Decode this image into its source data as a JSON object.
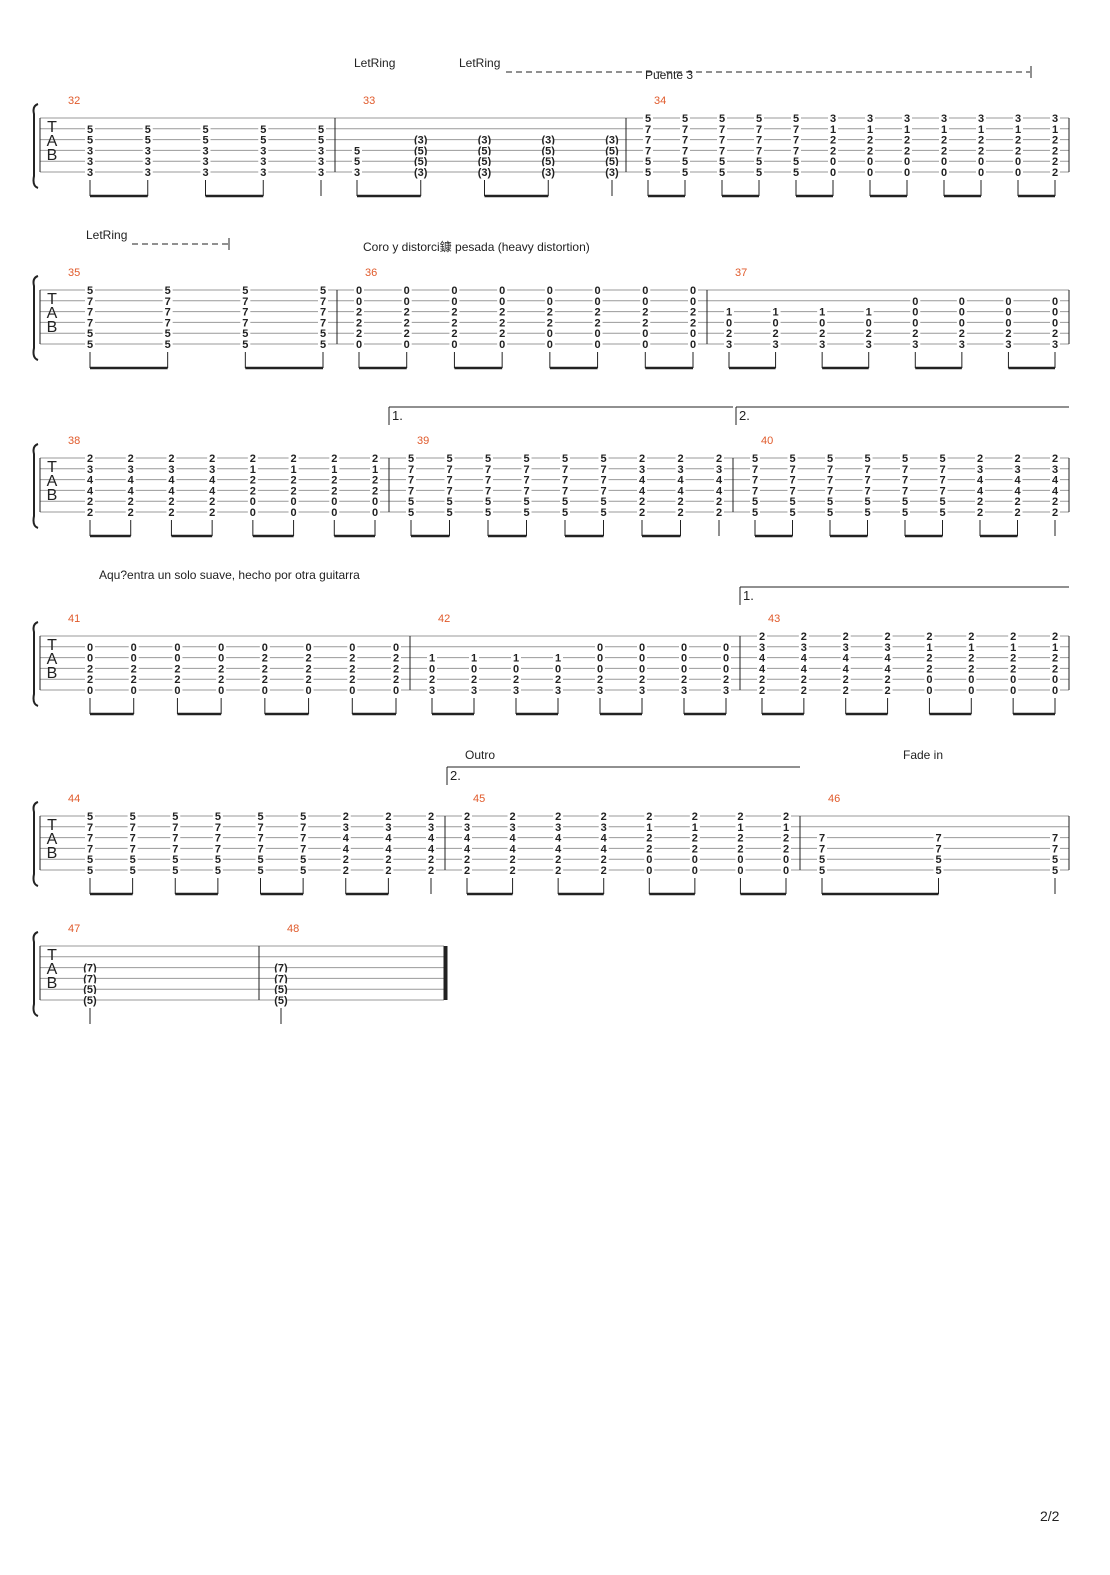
{
  "page_number": "2/2",
  "notation": {
    "tab_letters": [
      "T",
      "A",
      "B"
    ],
    "bar_color": "#e05a2b",
    "ink": "#222222"
  },
  "annotations": {
    "let_ring_1": "LetRing",
    "let_ring_2": "LetRing",
    "let_ring_3": "LetRing",
    "puente": "Puente 3",
    "coro": "Coro y distorci鏮 pesada (heavy distortion)",
    "solo": "Aqu?entra un solo suave, hecho por otra guitarra",
    "outro": "Outro",
    "fade_in": "Fade in"
  },
  "endings": {
    "first": "1.",
    "second": "2."
  },
  "systems": [
    {
      "measures": [
        {
          "number": "32",
          "chords": [
            [
              "5",
              "5",
              "3",
              "3",
              "3"
            ],
            [
              "5",
              "5",
              "3",
              "3",
              "3"
            ],
            [
              "5",
              "5",
              "3",
              "3",
              "3"
            ],
            [
              "5",
              "5",
              "3",
              "3",
              "3"
            ],
            [
              "5",
              "5",
              "3",
              "3",
              "3"
            ]
          ]
        },
        {
          "number": "33",
          "chords": [
            [
              "5",
              "5",
              "3"
            ],
            [
              "(3)",
              "(5)",
              "(5)",
              "(3)"
            ],
            [
              "(3)",
              "(5)",
              "(5)",
              "(3)"
            ],
            [
              "(3)",
              "(5)",
              "(5)",
              "(3)"
            ],
            [
              "(3)",
              "(5)",
              "(5)",
              "(3)"
            ]
          ]
        },
        {
          "number": "34",
          "chords": [
            [
              "5",
              "7",
              "7",
              "7",
              "5",
              "5"
            ],
            [
              "5",
              "7",
              "7",
              "7",
              "5",
              "5"
            ],
            [
              "5",
              "7",
              "7",
              "7",
              "5",
              "5"
            ],
            [
              "5",
              "7",
              "7",
              "7",
              "5",
              "5"
            ],
            [
              "5",
              "7",
              "7",
              "7",
              "5",
              "5"
            ],
            [
              "3",
              "1",
              "2",
              "2",
              "0",
              "0"
            ],
            [
              "3",
              "1",
              "2",
              "2",
              "0",
              "0"
            ],
            [
              "3",
              "1",
              "2",
              "2",
              "0",
              "0"
            ],
            [
              "3",
              "1",
              "2",
              "2",
              "0",
              "0"
            ],
            [
              "3",
              "1",
              "2",
              "2",
              "0",
              "0"
            ],
            [
              "3",
              "1",
              "2",
              "2",
              "0",
              "0"
            ],
            [
              "3",
              "1",
              "2",
              "2",
              "2",
              "2"
            ]
          ]
        }
      ]
    },
    {
      "measures": [
        {
          "number": "35",
          "chords": [
            [
              "5",
              "7",
              "7",
              "7",
              "5",
              "5"
            ],
            [
              "5",
              "7",
              "7",
              "7",
              "5",
              "5"
            ],
            [
              "5",
              "7",
              "7",
              "7",
              "5",
              "5"
            ],
            [
              "5",
              "7",
              "7",
              "7",
              "5",
              "5"
            ]
          ]
        },
        {
          "number": "36",
          "chords": [
            [
              "0",
              "0",
              "2",
              "2",
              "2",
              "0"
            ],
            [
              "0",
              "0",
              "2",
              "2",
              "2",
              "0"
            ],
            [
              "0",
              "0",
              "2",
              "2",
              "2",
              "0"
            ],
            [
              "0",
              "0",
              "2",
              "2",
              "2",
              "0"
            ],
            [
              "0",
              "0",
              "2",
              "2",
              "0",
              "0"
            ],
            [
              "0",
              "0",
              "2",
              "2",
              "0",
              "0"
            ],
            [
              "0",
              "0",
              "2",
              "2",
              "0",
              "0"
            ],
            [
              "0",
              "0",
              "2",
              "2",
              "0",
              "0"
            ]
          ]
        },
        {
          "number": "37",
          "chords": [
            [
              "1",
              "0",
              "2",
              "3"
            ],
            [
              "1",
              "0",
              "2",
              "3"
            ],
            [
              "1",
              "0",
              "2",
              "3"
            ],
            [
              "1",
              "0",
              "2",
              "3"
            ],
            [
              "0",
              "0",
              "0",
              "2",
              "3"
            ],
            [
              "0",
              "0",
              "0",
              "2",
              "3"
            ],
            [
              "0",
              "0",
              "0",
              "2",
              "3"
            ],
            [
              "0",
              "0",
              "0",
              "2",
              "3"
            ]
          ]
        }
      ]
    },
    {
      "measures": [
        {
          "number": "38",
          "chords": [
            [
              "2",
              "3",
              "4",
              "4",
              "2",
              "2"
            ],
            [
              "2",
              "3",
              "4",
              "4",
              "2",
              "2"
            ],
            [
              "2",
              "3",
              "4",
              "4",
              "2",
              "2"
            ],
            [
              "2",
              "3",
              "4",
              "4",
              "2",
              "2"
            ],
            [
              "2",
              "1",
              "2",
              "2",
              "0",
              "0"
            ],
            [
              "2",
              "1",
              "2",
              "2",
              "0",
              "0"
            ],
            [
              "2",
              "1",
              "2",
              "2",
              "0",
              "0"
            ],
            [
              "2",
              "1",
              "2",
              "2",
              "0",
              "0"
            ]
          ]
        },
        {
          "number": "39",
          "chords": [
            [
              "5",
              "7",
              "7",
              "7",
              "5",
              "5"
            ],
            [
              "5",
              "7",
              "7",
              "7",
              "5",
              "5"
            ],
            [
              "5",
              "7",
              "7",
              "7",
              "5",
              "5"
            ],
            [
              "5",
              "7",
              "7",
              "7",
              "5",
              "5"
            ],
            [
              "5",
              "7",
              "7",
              "7",
              "5",
              "5"
            ],
            [
              "5",
              "7",
              "7",
              "7",
              "5",
              "5"
            ],
            [
              "2",
              "3",
              "4",
              "4",
              "2",
              "2"
            ],
            [
              "2",
              "3",
              "4",
              "4",
              "2",
              "2"
            ],
            [
              "2",
              "3",
              "4",
              "4",
              "2",
              "2"
            ]
          ]
        },
        {
          "number": "40",
          "chords": [
            [
              "5",
              "7",
              "7",
              "7",
              "5",
              "5"
            ],
            [
              "5",
              "7",
              "7",
              "7",
              "5",
              "5"
            ],
            [
              "5",
              "7",
              "7",
              "7",
              "5",
              "5"
            ],
            [
              "5",
              "7",
              "7",
              "7",
              "5",
              "5"
            ],
            [
              "5",
              "7",
              "7",
              "7",
              "5",
              "5"
            ],
            [
              "5",
              "7",
              "7",
              "7",
              "5",
              "5"
            ],
            [
              "2",
              "3",
              "4",
              "4",
              "2",
              "2"
            ],
            [
              "2",
              "3",
              "4",
              "4",
              "2",
              "2"
            ],
            [
              "2",
              "3",
              "4",
              "4",
              "2",
              "2"
            ]
          ]
        }
      ]
    },
    {
      "measures": [
        {
          "number": "41",
          "chords": [
            [
              "0",
              "0",
              "2",
              "2",
              "0"
            ],
            [
              "0",
              "0",
              "2",
              "2",
              "0"
            ],
            [
              "0",
              "0",
              "2",
              "2",
              "0"
            ],
            [
              "0",
              "0",
              "2",
              "2",
              "0"
            ],
            [
              "0",
              "2",
              "2",
              "2",
              "0"
            ],
            [
              "0",
              "2",
              "2",
              "2",
              "0"
            ],
            [
              "0",
              "2",
              "2",
              "2",
              "0"
            ],
            [
              "0",
              "2",
              "2",
              "2",
              "0"
            ]
          ]
        },
        {
          "number": "42",
          "chords": [
            [
              "1",
              "0",
              "2",
              "3"
            ],
            [
              "1",
              "0",
              "2",
              "3"
            ],
            [
              "1",
              "0",
              "2",
              "3"
            ],
            [
              "1",
              "0",
              "2",
              "3"
            ],
            [
              "0",
              "0",
              "0",
              "2",
              "3"
            ],
            [
              "0",
              "0",
              "0",
              "2",
              "3"
            ],
            [
              "0",
              "0",
              "0",
              "2",
              "3"
            ],
            [
              "0",
              "0",
              "0",
              "2",
              "3"
            ]
          ]
        },
        {
          "number": "43",
          "chords": [
            [
              "2",
              "3",
              "4",
              "4",
              "2",
              "2"
            ],
            [
              "2",
              "3",
              "4",
              "4",
              "2",
              "2"
            ],
            [
              "2",
              "3",
              "4",
              "4",
              "2",
              "2"
            ],
            [
              "2",
              "3",
              "4",
              "4",
              "2",
              "2"
            ],
            [
              "2",
              "1",
              "2",
              "2",
              "0",
              "0"
            ],
            [
              "2",
              "1",
              "2",
              "2",
              "0",
              "0"
            ],
            [
              "2",
              "1",
              "2",
              "2",
              "0",
              "0"
            ],
            [
              "2",
              "1",
              "2",
              "2",
              "0",
              "0"
            ]
          ]
        }
      ]
    },
    {
      "measures": [
        {
          "number": "44",
          "chords": [
            [
              "5",
              "7",
              "7",
              "7",
              "5",
              "5"
            ],
            [
              "5",
              "7",
              "7",
              "7",
              "5",
              "5"
            ],
            [
              "5",
              "7",
              "7",
              "7",
              "5",
              "5"
            ],
            [
              "5",
              "7",
              "7",
              "7",
              "5",
              "5"
            ],
            [
              "5",
              "7",
              "7",
              "7",
              "5",
              "5"
            ],
            [
              "5",
              "7",
              "7",
              "7",
              "5",
              "5"
            ],
            [
              "2",
              "3",
              "4",
              "4",
              "2",
              "2"
            ],
            [
              "2",
              "3",
              "4",
              "4",
              "2",
              "2"
            ],
            [
              "2",
              "3",
              "4",
              "4",
              "2",
              "2"
            ]
          ]
        },
        {
          "number": "45",
          "chords": [
            [
              "2",
              "3",
              "4",
              "4",
              "2",
              "2"
            ],
            [
              "2",
              "3",
              "4",
              "4",
              "2",
              "2"
            ],
            [
              "2",
              "3",
              "4",
              "4",
              "2",
              "2"
            ],
            [
              "2",
              "3",
              "4",
              "4",
              "2",
              "2"
            ],
            [
              "2",
              "1",
              "2",
              "2",
              "0",
              "0"
            ],
            [
              "2",
              "1",
              "2",
              "2",
              "0",
              "0"
            ],
            [
              "2",
              "1",
              "2",
              "2",
              "0",
              "0"
            ],
            [
              "2",
              "1",
              "2",
              "2",
              "0",
              "0"
            ]
          ]
        },
        {
          "number": "46",
          "chords": [
            [
              "7",
              "7",
              "5",
              "5"
            ],
            [
              "7",
              "7",
              "5",
              "5"
            ],
            [
              "7",
              "7",
              "5",
              "5"
            ]
          ]
        }
      ]
    },
    {
      "measures": [
        {
          "number": "47",
          "chords": [
            [
              "(7)",
              "(7)",
              "(5)",
              "(5)"
            ]
          ]
        },
        {
          "number": "48",
          "chords": [
            [
              "(7)",
              "(7)",
              "(5)",
              "(5)"
            ]
          ]
        }
      ]
    }
  ]
}
